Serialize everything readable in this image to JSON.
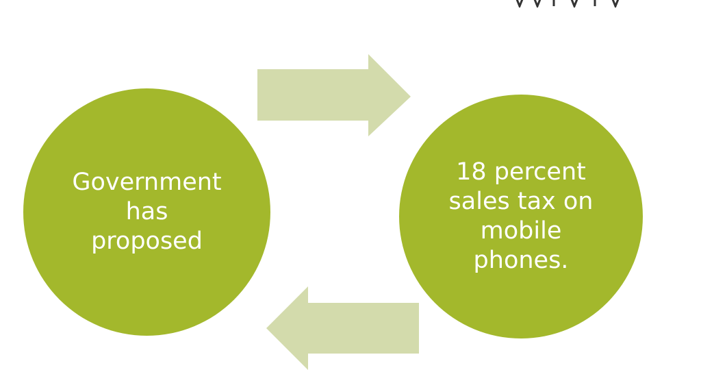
{
  "diagram": {
    "type": "cycle",
    "colors": {
      "circle_fill": "#a3b82c",
      "arrow_fill": "#d3dbac",
      "text": "#ffffff"
    },
    "nodes": [
      {
        "label": "Government\nhas\nproposed"
      },
      {
        "label": "18 percent\nsales tax on\nmobile\nphones."
      }
    ],
    "arrows": [
      {
        "direction": "right"
      },
      {
        "direction": "left"
      }
    ]
  }
}
